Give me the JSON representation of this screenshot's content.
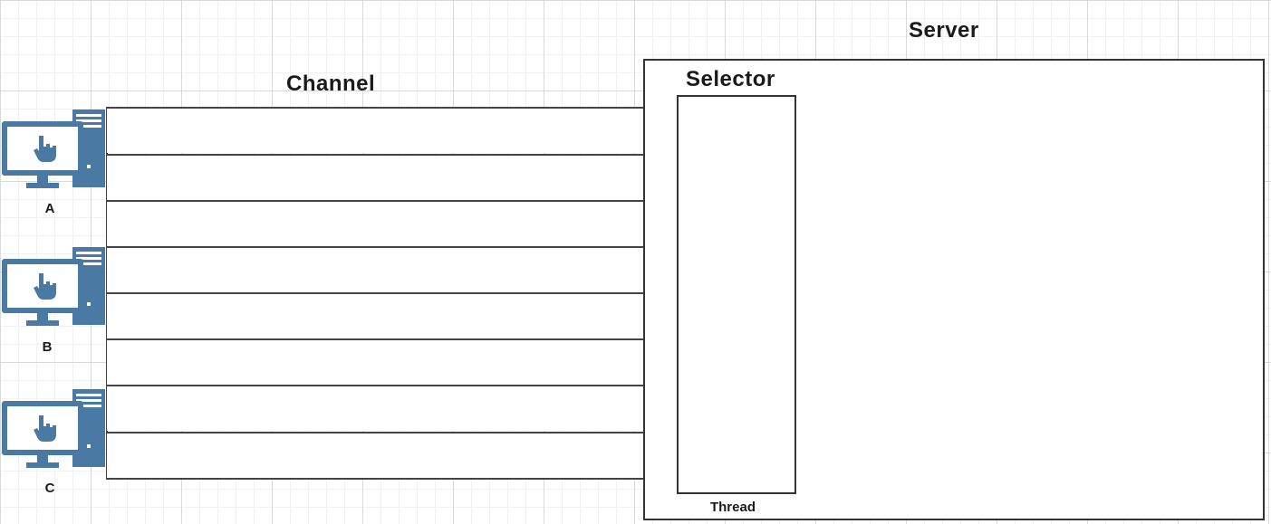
{
  "diagram": {
    "server_label": "Server",
    "channel_label": "Channel",
    "selector_label": "Selector",
    "thread_label": "Thread",
    "clients": [
      {
        "label": "A"
      },
      {
        "label": "B"
      },
      {
        "label": "C"
      }
    ]
  },
  "colors": {
    "computer_blue": "#4a7aa3",
    "line": "#444444"
  },
  "icons": {
    "client": "computer-icon"
  }
}
